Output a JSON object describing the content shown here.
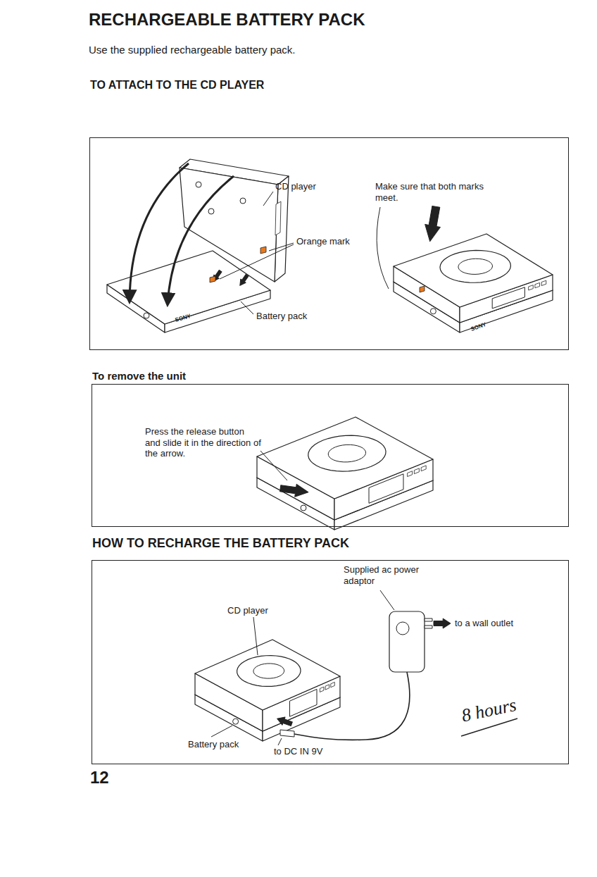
{
  "diagram": {
    "title": "RECHARGEABLE BATTERY PACK",
    "nodes": [
      {
        "text": [
          "TO ATTACH TO THE CD PLAYER",
          "CD player",
          "Orange mark",
          "Battery pack",
          "Make sure that both marks meet.",
          "SONY",
          "SONY"
        ]
      },
      {
        "text": [
          "To remove the unit",
          "Press the release button and slide it in the direction of the arrow."
        ]
      },
      {
        "text": [
          "HOW TO RECHARGE THE BATTERY PACK",
          "Supplied ac power adaptor",
          "CD player",
          "to a wall outlet",
          "Battery pack",
          "to DC IN 9V",
          "8 hours"
        ]
      }
    ],
    "labels": [
      "Use the supplied rechargeable battery pack.",
      "12"
    ]
  }
}
